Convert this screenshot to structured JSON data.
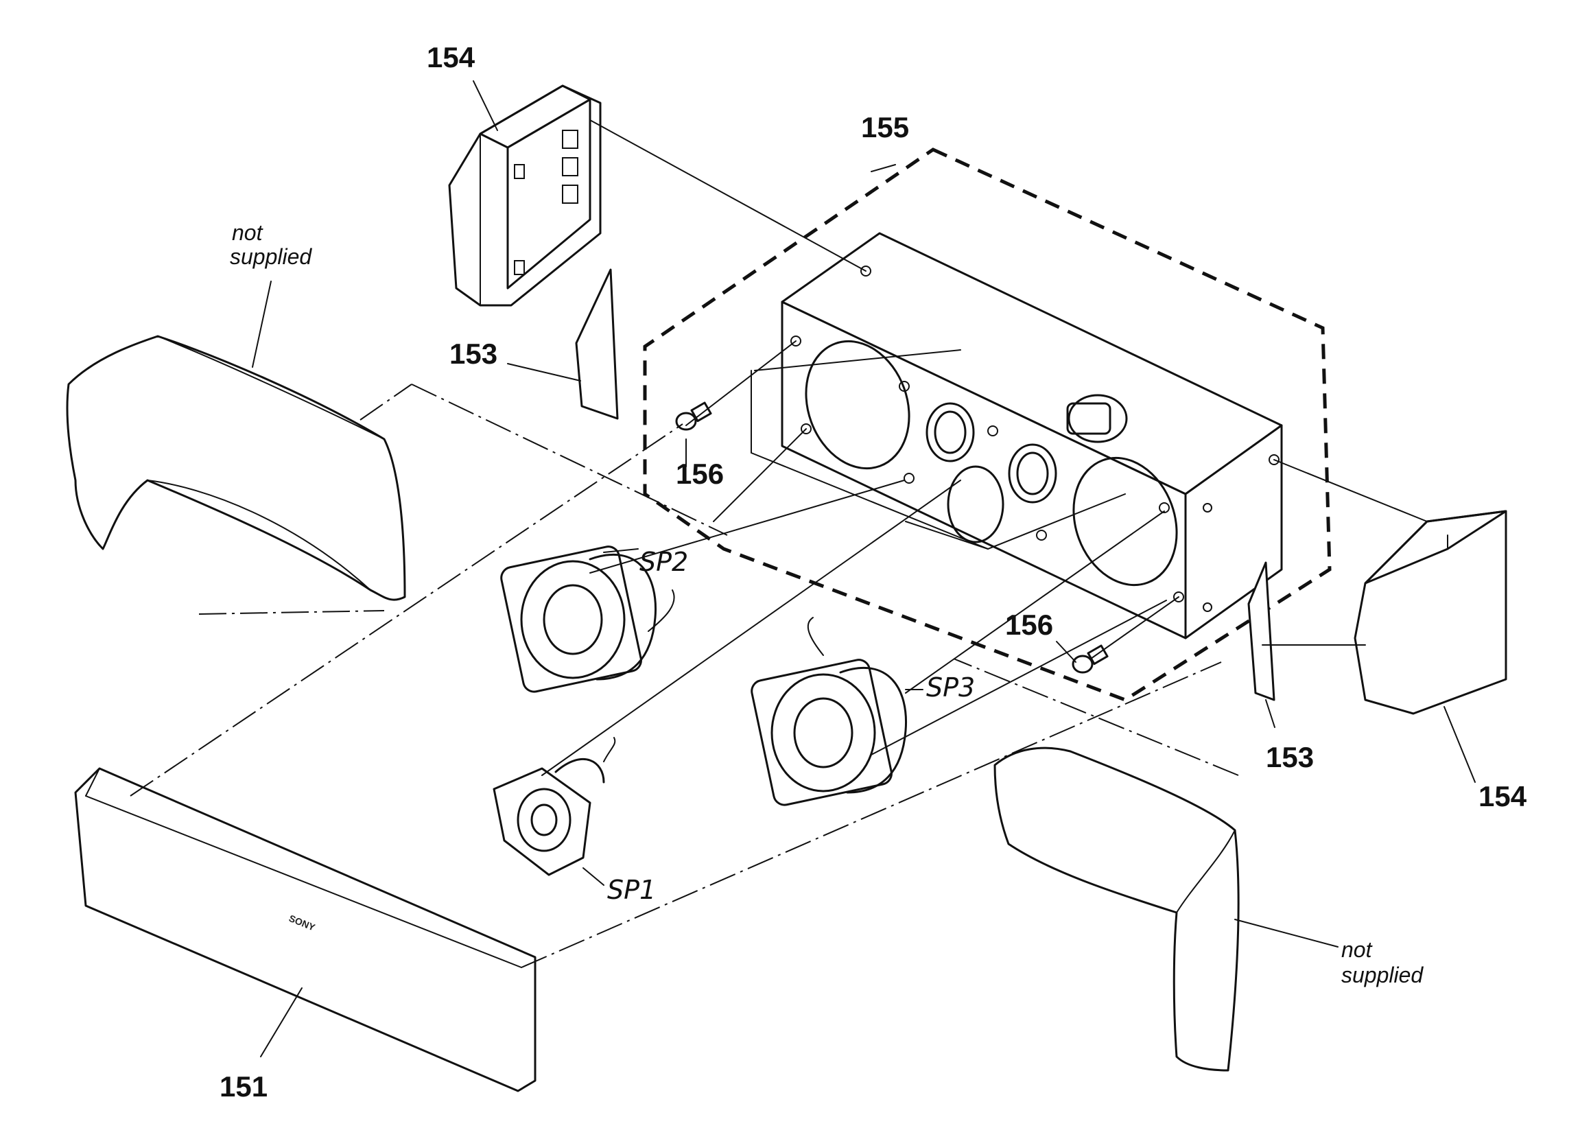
{
  "parts": {
    "front_grille": "151",
    "terminal_board_left": "153",
    "terminal_board_right": "153",
    "side_panel_left": "154",
    "side_panel_right": "154",
    "cabinet": "155",
    "screw_left": "156",
    "screw_right": "156"
  },
  "speakers": {
    "tweeter": "SP1",
    "woofer_left": "SP2",
    "woofer_right": "SP3"
  },
  "notes": {
    "left_line1": "not",
    "left_line2": "supplied",
    "right_line1": "not",
    "right_line2": "supplied"
  },
  "brand": "SONY"
}
